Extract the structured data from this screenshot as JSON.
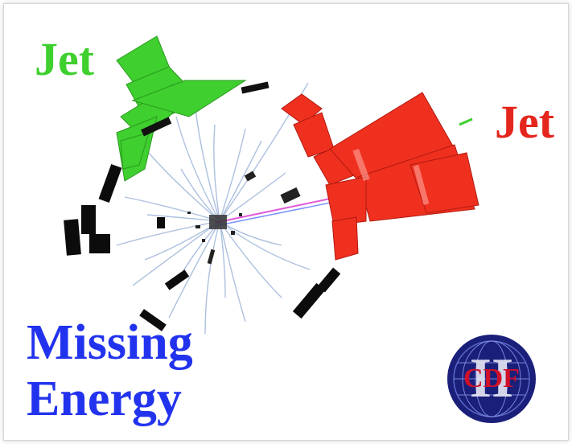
{
  "labels": {
    "jet_left": "Jet",
    "jet_right": "Jet",
    "missing_line1": "Missing",
    "missing_line2": "Energy"
  },
  "logo": {
    "text": "CDF",
    "numeral": "II"
  },
  "colors": {
    "jet_left": "#3fcf2f",
    "jet_right": "#e4261c",
    "missing_energy": "#2233ee",
    "tracks": "#9fb6da",
    "towers_dark": "#111111",
    "logo_ring": "#1a1f7a",
    "logo_text": "#d0102a"
  }
}
